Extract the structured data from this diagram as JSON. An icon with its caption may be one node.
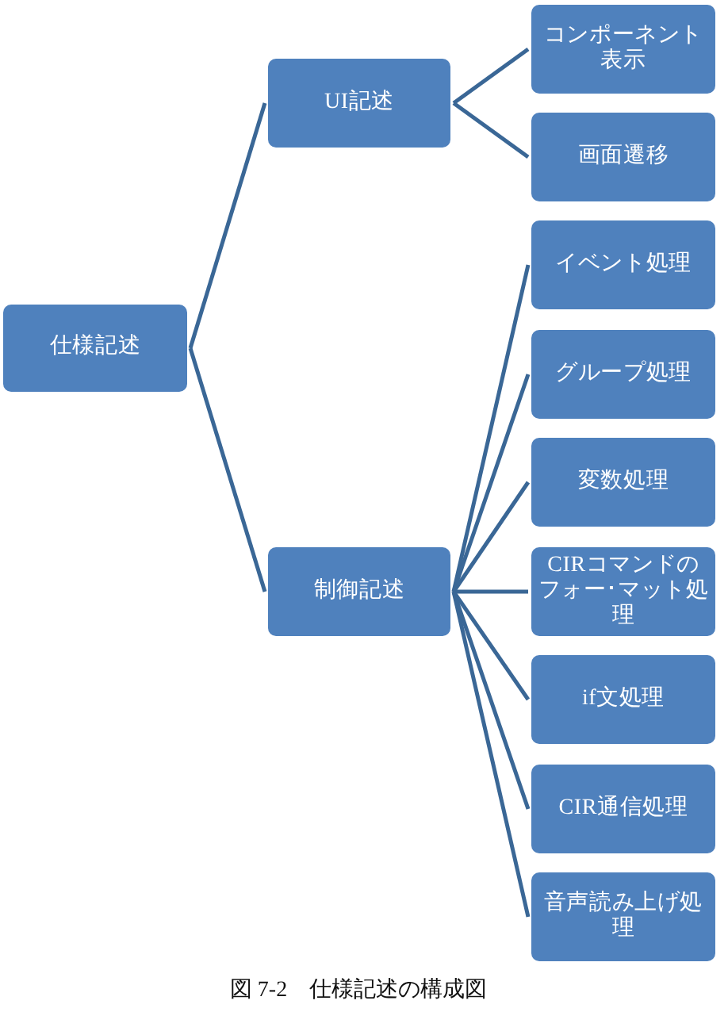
{
  "diagram": {
    "caption": "図 7-2　仕様記述の構成図",
    "nodes": [
      {
        "text": [
          "仕様記述"
        ]
      },
      {
        "text": [
          "UI記述"
        ]
      },
      {
        "text": [
          "制御記述"
        ]
      },
      {
        "text": [
          "コンポーネント表示"
        ]
      },
      {
        "text": [
          "画面遷移"
        ]
      },
      {
        "text": [
          "イベント処理"
        ]
      },
      {
        "text": [
          "グループ処理"
        ]
      },
      {
        "text": [
          "変数処理"
        ]
      },
      {
        "text": [
          "CIRコマンドのフォー･マット処理"
        ]
      },
      {
        "text": [
          "if文処理"
        ]
      },
      {
        "text": [
          "CIR通信処理"
        ]
      },
      {
        "text": [
          "音声読み上げ処理"
        ]
      }
    ],
    "edges": [
      {
        "from": 0,
        "to": 1,
        "arrow": "none"
      },
      {
        "from": 0,
        "to": 2,
        "arrow": "none"
      },
      {
        "from": 1,
        "to": 3,
        "arrow": "none"
      },
      {
        "from": 1,
        "to": 4,
        "arrow": "none"
      },
      {
        "from": 2,
        "to": 5,
        "arrow": "none"
      },
      {
        "from": 2,
        "to": 6,
        "arrow": "none"
      },
      {
        "from": 2,
        "to": 7,
        "arrow": "none"
      },
      {
        "from": 2,
        "to": 8,
        "arrow": "none"
      },
      {
        "from": 2,
        "to": 9,
        "arrow": "none"
      },
      {
        "from": 2,
        "to": 10,
        "arrow": "none"
      },
      {
        "from": 2,
        "to": 11,
        "arrow": "none"
      }
    ]
  }
}
